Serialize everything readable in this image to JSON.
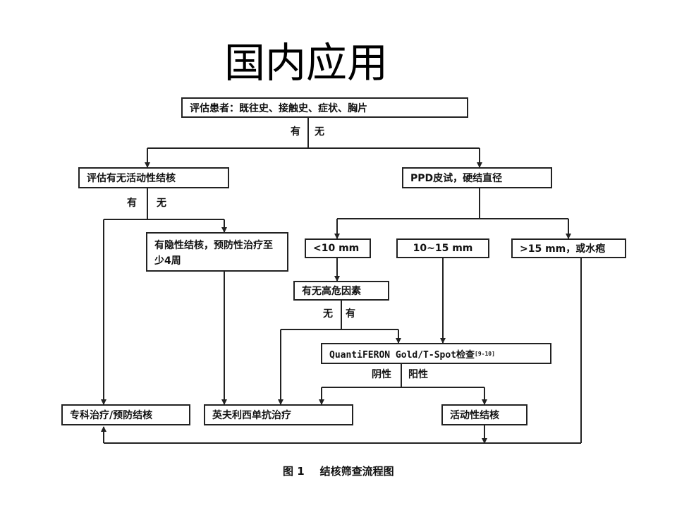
{
  "slide_title": "国内应用",
  "nodes": {
    "assess_patient": "评估患者：既往史、接触史、症状、胸片",
    "assess_active_tb": "评估有无活动性结核",
    "ppd_test": "PPD皮试，硬结直径",
    "latent_tb": "有隐性结核，预防性治疗至少4周",
    "ppd_lt10": "<10 mm",
    "ppd_10_15": "10~15 mm",
    "ppd_gt15": ">15 mm，或水疱",
    "risk_factors": "有无高危因素",
    "ifn_test": "QuantiFERON Gold/T-Spot检查",
    "ifn_test_ref": "[9-10]",
    "specialist": "专科治疗/预防结核",
    "infliximab": "英夫利西单抗治疗",
    "active_tb": "活动性结核"
  },
  "edge_labels": {
    "top_yes": "有",
    "top_no": "无",
    "active_yes": "有",
    "active_no": "无",
    "risk_no": "无",
    "risk_yes": "有",
    "negative": "阴性",
    "positive": "阳性"
  },
  "caption": {
    "figure_number": "图 1",
    "text": "结核筛查流程图"
  }
}
